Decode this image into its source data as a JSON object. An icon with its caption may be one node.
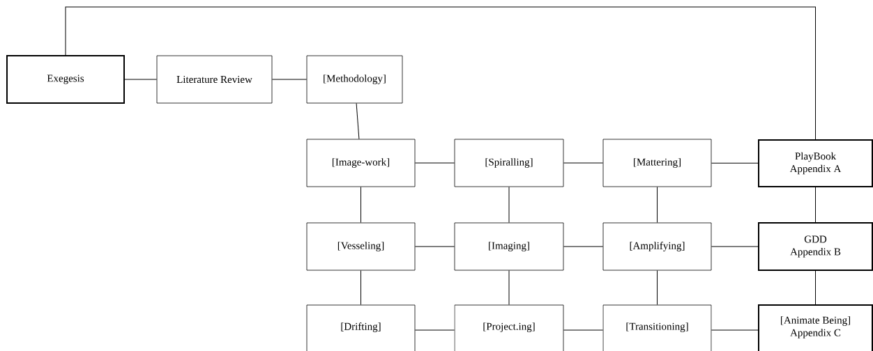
{
  "diagram": {
    "nodes": [
      {
        "text": [
          "Exegesis"
        ]
      },
      {
        "text": [
          "Literature Review"
        ]
      },
      {
        "text": [
          "[Methodology]"
        ]
      },
      {
        "text": [
          "[Image-work]"
        ]
      },
      {
        "text": [
          "[Spiralling]"
        ]
      },
      {
        "text": [
          "[Mattering]"
        ]
      },
      {
        "text": [
          "PlayBook",
          "Appendix A"
        ]
      },
      {
        "text": [
          "[Vesseling]"
        ]
      },
      {
        "text": [
          "[Imaging]"
        ]
      },
      {
        "text": [
          "[Amplifying]"
        ]
      },
      {
        "text": [
          "GDD",
          "Appendix B"
        ]
      },
      {
        "text": [
          "[Drifting]"
        ]
      },
      {
        "text": [
          "[Project.ing]"
        ]
      },
      {
        "text": [
          "[Transitioning]"
        ]
      },
      {
        "text": [
          "[Animate Being]",
          "Appendix C"
        ]
      }
    ],
    "edges": [
      {
        "from": 0,
        "to": 1,
        "arrow": "none"
      },
      {
        "from": 1,
        "to": 2,
        "arrow": "none"
      },
      {
        "from": 2,
        "to": 3,
        "arrow": "none"
      },
      {
        "from": 3,
        "to": 4,
        "arrow": "none"
      },
      {
        "from": 4,
        "to": 5,
        "arrow": "none"
      },
      {
        "from": 5,
        "to": 6,
        "arrow": "none"
      },
      {
        "from": 3,
        "to": 7,
        "arrow": "none"
      },
      {
        "from": 4,
        "to": 8,
        "arrow": "none"
      },
      {
        "from": 5,
        "to": 9,
        "arrow": "none"
      },
      {
        "from": 6,
        "to": 10,
        "arrow": "none"
      },
      {
        "from": 7,
        "to": 8,
        "arrow": "none"
      },
      {
        "from": 8,
        "to": 9,
        "arrow": "none"
      },
      {
        "from": 9,
        "to": 10,
        "arrow": "none"
      },
      {
        "from": 7,
        "to": 11,
        "arrow": "none"
      },
      {
        "from": 8,
        "to": 12,
        "arrow": "none"
      },
      {
        "from": 9,
        "to": 13,
        "arrow": "none"
      },
      {
        "from": 10,
        "to": 14,
        "arrow": "none"
      },
      {
        "from": 11,
        "to": 12,
        "arrow": "none"
      },
      {
        "from": 12,
        "to": 13,
        "arrow": "none"
      },
      {
        "from": 13,
        "to": 14,
        "arrow": "none"
      },
      {
        "from": 0,
        "to": 6,
        "arrow": "none"
      }
    ]
  }
}
